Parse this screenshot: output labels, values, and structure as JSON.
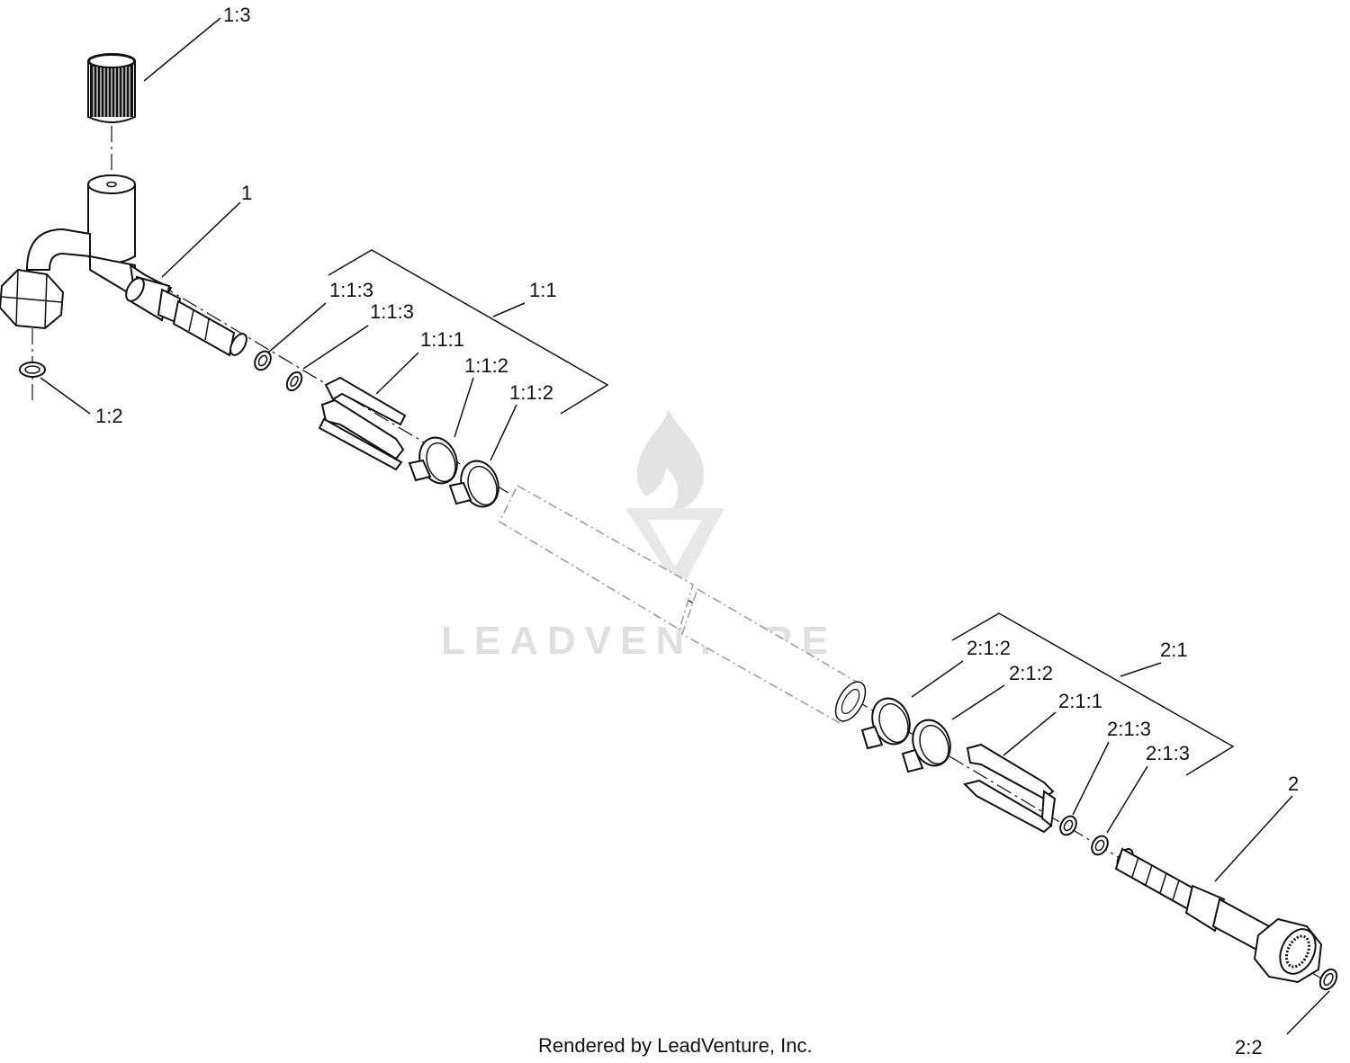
{
  "diagram": {
    "callouts": {
      "c_1_3": "1:3",
      "c_1": "1",
      "c_1_1": "1:1",
      "c_1_1_3_a": "1:1:3",
      "c_1_1_3_b": "1:1:3",
      "c_1_1_1": "1:1:1",
      "c_1_1_2_a": "1:1:2",
      "c_1_1_2_b": "1:1:2",
      "c_1_2": "1:2",
      "c_2_1_2_a": "2:1:2",
      "c_2_1_2_b": "2:1:2",
      "c_2_1": "2:1",
      "c_2_1_1": "2:1:1",
      "c_2_1_3_a": "2:1:3",
      "c_2_1_3_b": "2:1:3",
      "c_2": "2",
      "c_2_2": "2:2"
    },
    "watermark": {
      "text": "LEADVENTURE",
      "color": "#d9d9d9"
    },
    "footer": "Rendered by LeadVenture, Inc.",
    "icons": {
      "cap": "knurled-cap-icon",
      "service_port": "service-port-icon",
      "fitting": "hex-nut-fitting-icon",
      "hose": "hose-icon",
      "clamp": "hose-clamp-icon",
      "retainer": "retainer-clip-icon",
      "oring": "o-ring-icon",
      "flame": "flame-logo-icon"
    }
  }
}
